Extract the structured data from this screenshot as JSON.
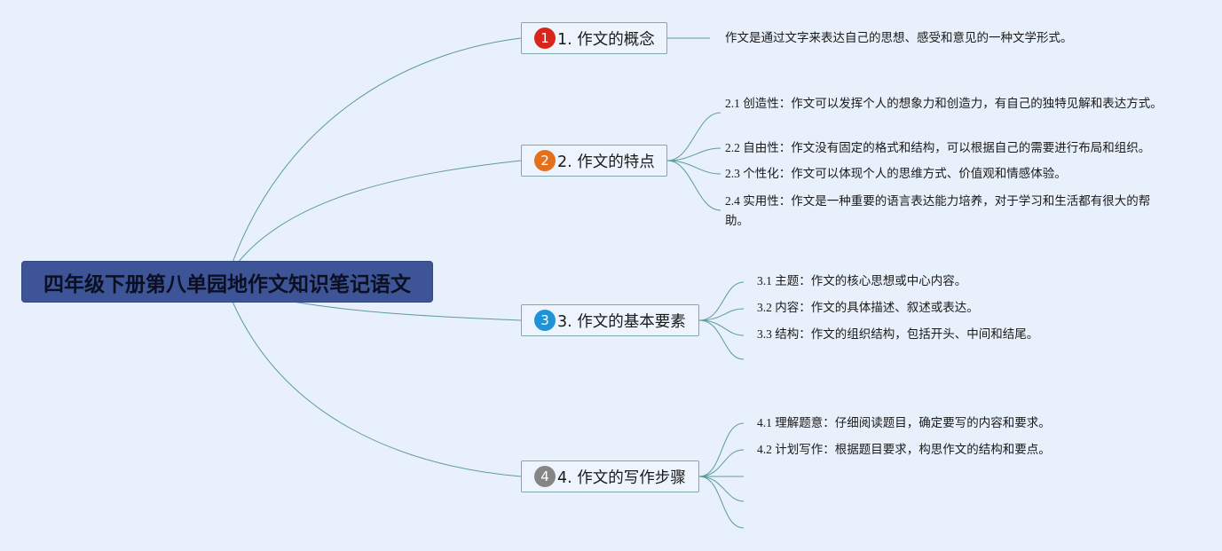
{
  "root": {
    "title": "四年级下册第八单园地作文知识笔记语文"
  },
  "topics": [
    {
      "number": "1",
      "label": "1. 作文的概念",
      "badge_color": "#d8261c",
      "children": [
        "作文是通过文字来表达自己的思想、感受和意见的一种文学形式。"
      ]
    },
    {
      "number": "2",
      "label": "2. 作文的特点",
      "badge_color": "#e4701c",
      "children": [
        "2.1 创造性：作文可以发挥个人的想象力和创造力，有自己的独特见解和表达方式。",
        "2.2 自由性：作文没有固定的格式和结构，可以根据自己的需要进行布局和组织。",
        "2.3 个性化：作文可以体现个人的思维方式、价值观和情感体验。",
        "2.4 实用性：作文是一种重要的语言表达能力培养，对于学习和生活都有很大的帮助。"
      ]
    },
    {
      "number": "3",
      "label": "3. 作文的基本要素",
      "badge_color": "#1f93d8",
      "children": [
        "3.1 主题：作文的核心思想或中心内容。",
        "3.2 内容：作文的具体描述、叙述或表达。",
        "3.3 结构：作文的组织结构，包括开头、中间和结尾。",
        ""
      ]
    },
    {
      "number": "4",
      "label": "4. 作文的写作步骤",
      "badge_color": "#858585",
      "children": [
        "4.1 理解题意：仔细阅读题目，确定要写的内容和要求。",
        "4.2 计划写作：根据题目要求，构思作文的结构和要点。",
        "",
        "",
        ""
      ]
    }
  ]
}
